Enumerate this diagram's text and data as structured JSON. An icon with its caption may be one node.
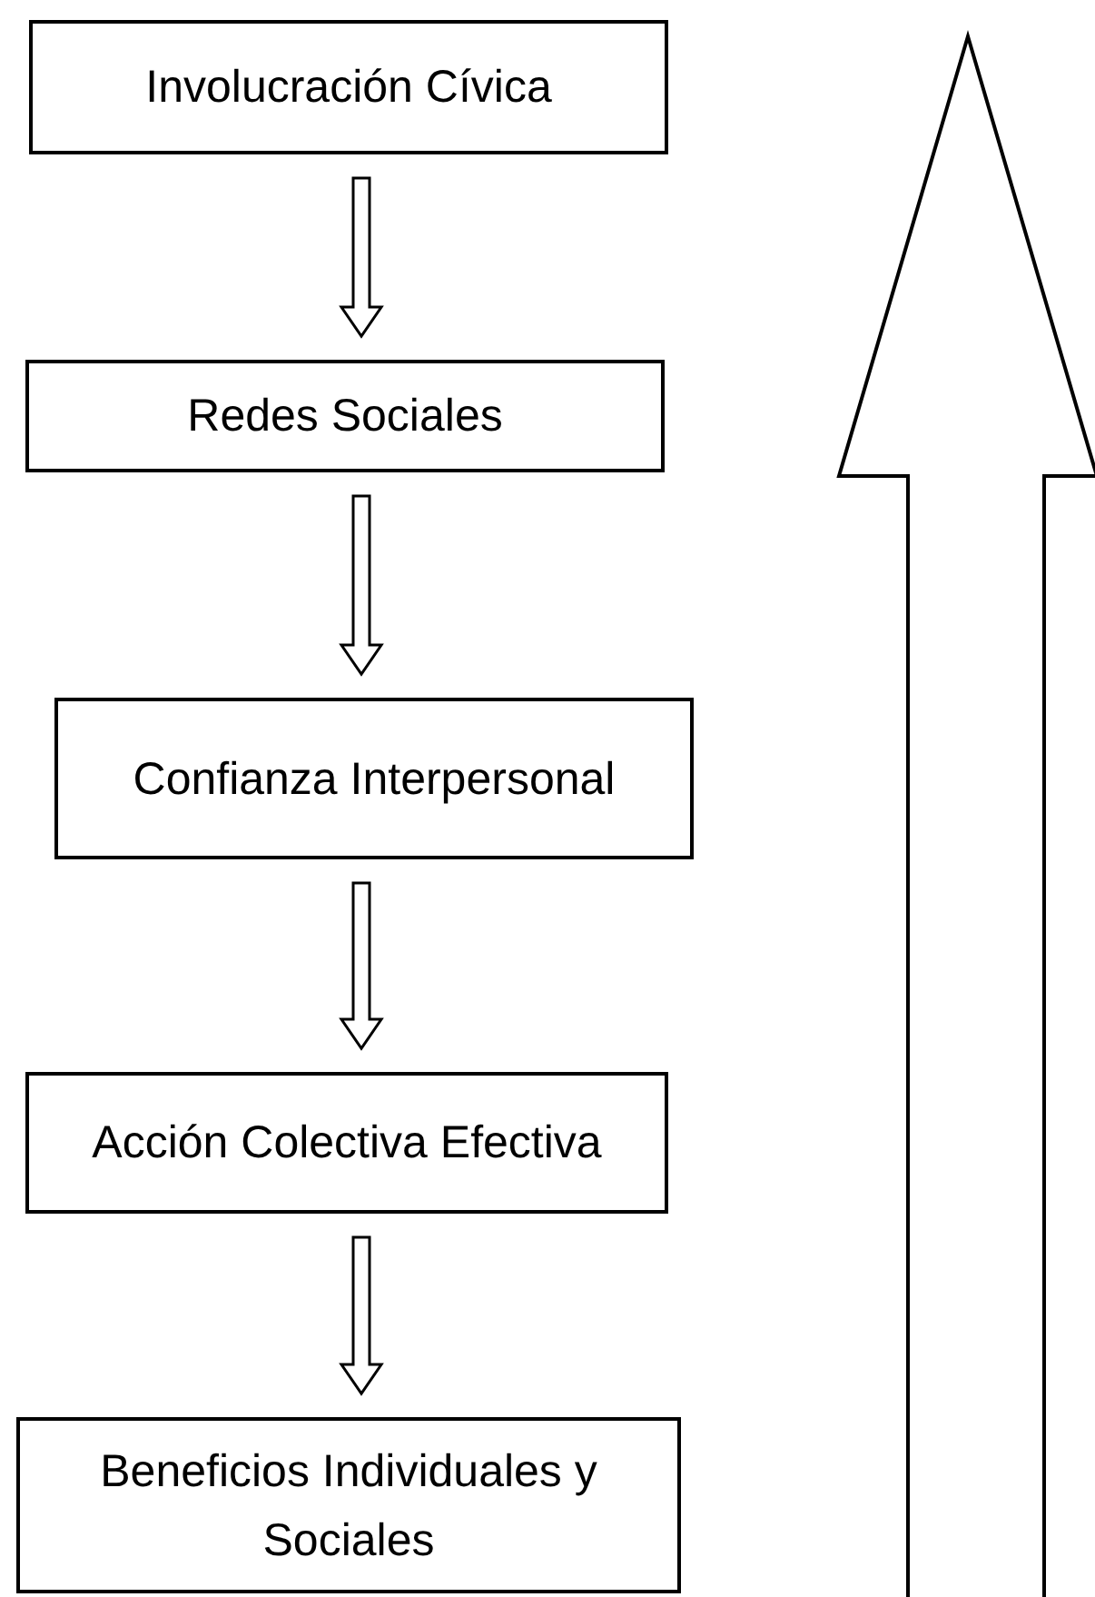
{
  "diagram": {
    "nodes": [
      {
        "text": [
          "Involucración Cívica"
        ]
      },
      {
        "text": [
          "Redes Sociales"
        ]
      },
      {
        "text": [
          "Confianza Interpersonal"
        ]
      },
      {
        "text": [
          "Acción Colectiva Efectiva"
        ]
      },
      {
        "text": [
          "Beneficios Individuales y Sociales"
        ]
      }
    ],
    "edges": [
      {
        "from": 0,
        "to": 1,
        "arrow": "to"
      },
      {
        "from": 1,
        "to": 2,
        "arrow": "to"
      },
      {
        "from": 2,
        "to": 3,
        "arrow": "to"
      },
      {
        "from": 3,
        "to": 4,
        "arrow": "to"
      }
    ]
  }
}
